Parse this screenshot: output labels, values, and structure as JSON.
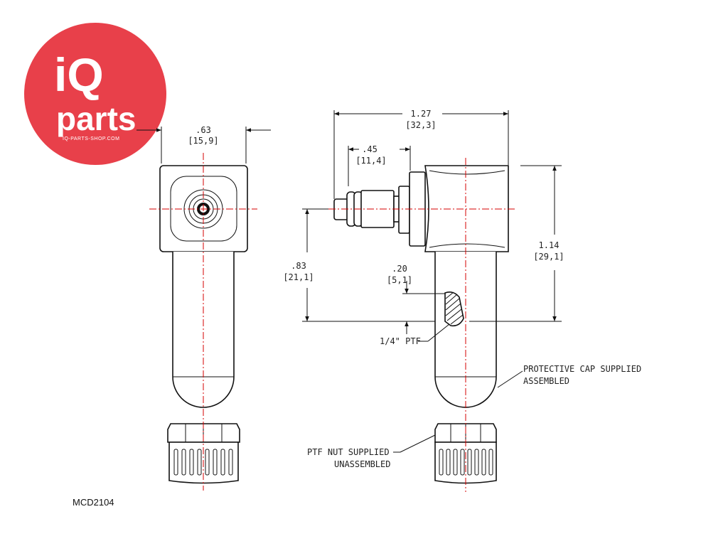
{
  "logo": {
    "brand_i": "iQ",
    "brand_parts": "parts",
    "site": "IQ-PARTS-SHOP.COM",
    "color": "#e8404a"
  },
  "part_code": "MCD2104",
  "dimensions": {
    "front_width": {
      "inch": ".63",
      "mm": "[15,9]"
    },
    "overall_length": {
      "inch": "1.27",
      "mm": "[32,3]"
    },
    "plug_length": {
      "inch": ".45",
      "mm": "[11,4]"
    },
    "height": {
      "inch": "1.14",
      "mm": "[29,1]"
    },
    "port_height": {
      "inch": ".83",
      "mm": "[21,1]"
    },
    "thread_offset": {
      "inch": ".20",
      "mm": "[5,1]"
    }
  },
  "notes": {
    "thread": "1/4\" PTF",
    "cap_line1": "PROTECTIVE CAP SUPPLIED",
    "cap_line2": "ASSEMBLED",
    "nut_line1": "PTF NUT SUPPLIED",
    "nut_line2": "UNASSEMBLED"
  },
  "colors": {
    "line": "#111111",
    "centerline": "#d40000"
  }
}
